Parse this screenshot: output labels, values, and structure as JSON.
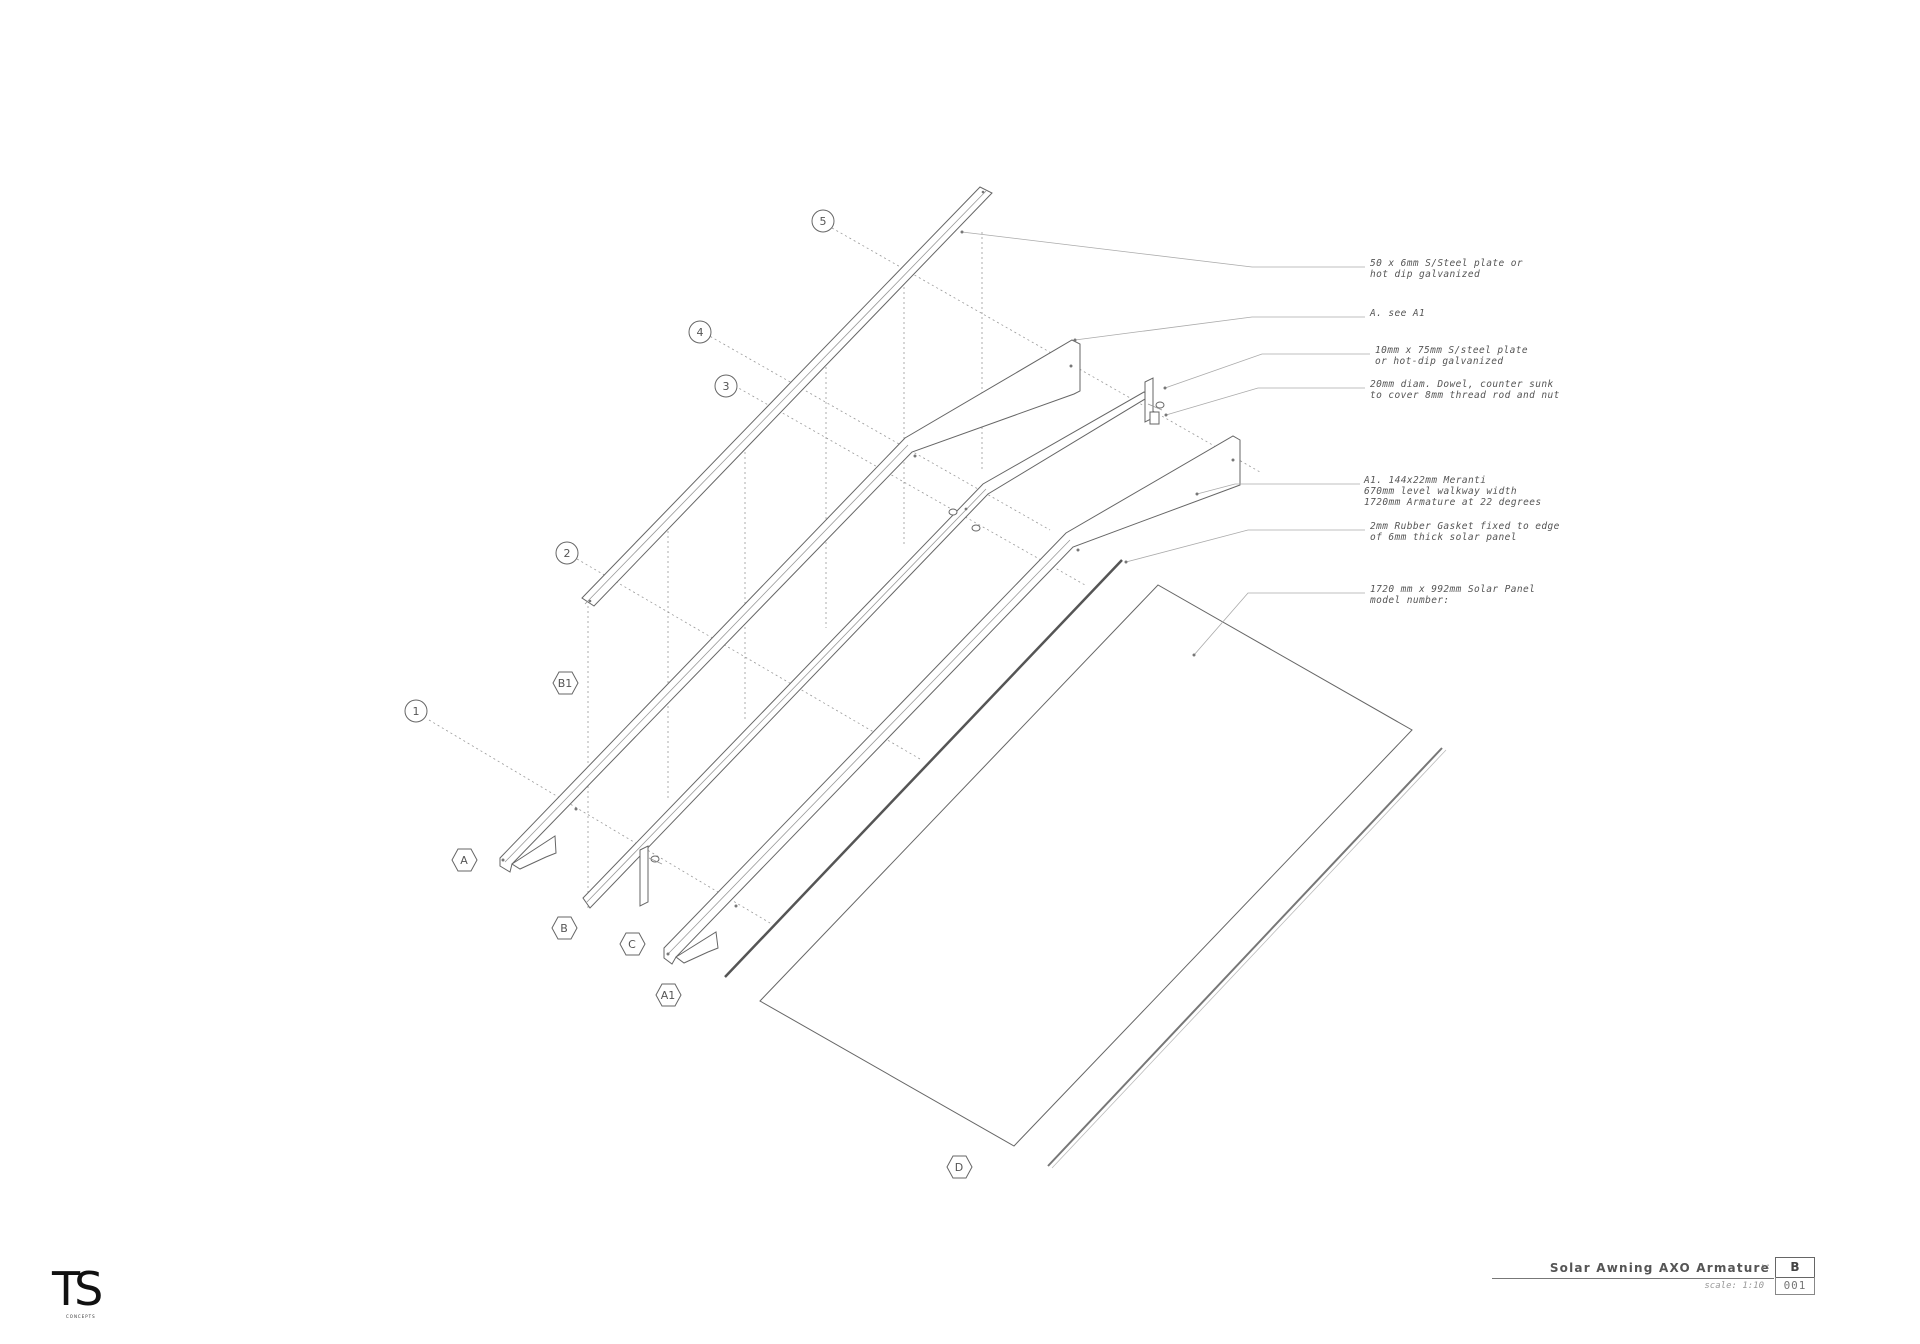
{
  "notes": [
    {
      "id": "steel-plate",
      "lines": [
        "50 x 6mm S/Steel plate or",
        "hot dip galvanized"
      ]
    },
    {
      "id": "see-a1",
      "lines": [
        "A. see A1"
      ]
    },
    {
      "id": "steel-plate-10mm",
      "lines": [
        "10mm x 75mm S/steel plate",
        "or hot-dip galvanized"
      ]
    },
    {
      "id": "dowel",
      "lines": [
        "20mm diam. Dowel, counter sunk",
        "to cover 8mm thread rod and nut"
      ]
    },
    {
      "id": "meranti",
      "lines": [
        "A1. 144x22mm Meranti",
        "670mm level walkway width",
        "1720mm Armature at 22 degrees"
      ]
    },
    {
      "id": "gasket",
      "lines": [
        "2mm Rubber Gasket fixed to edge",
        "of 6mm thick solar panel"
      ]
    },
    {
      "id": "solar-panel",
      "lines": [
        "1720 mm x 992mm Solar Panel",
        "model number:"
      ]
    }
  ],
  "grid_markers": [
    "1",
    "2",
    "3",
    "4",
    "5"
  ],
  "part_tags": [
    "A",
    "B1",
    "B",
    "C",
    "A1",
    "D"
  ],
  "title_block": {
    "title": "Solar Awning AXO Armature",
    "separator": "::",
    "sheet": "B",
    "scale": "scale: 1:10",
    "number": "001"
  },
  "logo": {
    "mark": "TS",
    "subtitle": "CONCEPTS"
  }
}
